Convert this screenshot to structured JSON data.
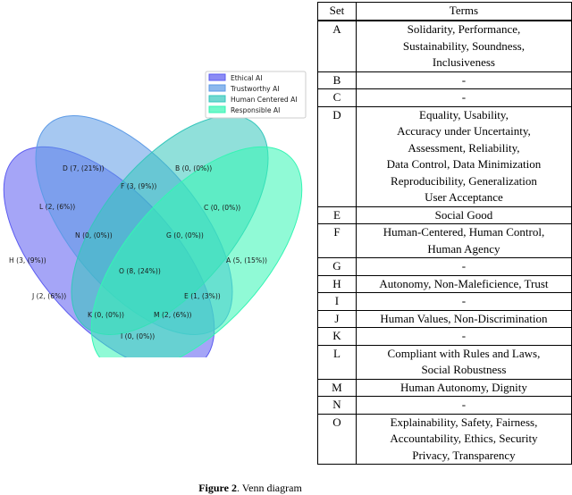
{
  "venn": {
    "legend": [
      {
        "label": "Ethical AI",
        "color": "#5b5bf0"
      },
      {
        "label": "Trustworthy AI",
        "color": "#5c9ae6"
      },
      {
        "label": "Human Centered AI",
        "color": "#35c7bc"
      },
      {
        "label": "Responsible AI",
        "color": "#34f5b4"
      }
    ],
    "regions": [
      {
        "id": "D",
        "text": "D (7, (21%))"
      },
      {
        "id": "B",
        "text": "B (0, (0%))"
      },
      {
        "id": "F",
        "text": "F (3, (9%))"
      },
      {
        "id": "L",
        "text": "L (2, (6%))"
      },
      {
        "id": "C",
        "text": "C (0, (0%))"
      },
      {
        "id": "N",
        "text": "N (0, (0%))"
      },
      {
        "id": "G",
        "text": "G (0, (0%))"
      },
      {
        "id": "H",
        "text": "H (3, (9%))"
      },
      {
        "id": "A",
        "text": "A (5, (15%))"
      },
      {
        "id": "O",
        "text": "O (8, (24%))"
      },
      {
        "id": "J",
        "text": "J (2, (6%))"
      },
      {
        "id": "E",
        "text": "E (1, (3%))"
      },
      {
        "id": "K",
        "text": "K (0, (0%))"
      },
      {
        "id": "M",
        "text": "M (2, (6%))"
      },
      {
        "id": "I",
        "text": "I (0, (0%))"
      }
    ]
  },
  "table": {
    "header_set": "Set",
    "header_terms": "Terms",
    "rows": [
      {
        "set": "A",
        "terms": "Solidarity, Performance,\nSustainability, Soundness,\nInclusiveness"
      },
      {
        "set": "B",
        "terms": "-"
      },
      {
        "set": "C",
        "terms": "-"
      },
      {
        "set": "D",
        "terms": "Equality, Usability,\nAccuracy under Uncertainty,\nAssessment, Reliability,\nData Control, Data Minimization\nReproducibility, Generalization\nUser Acceptance"
      },
      {
        "set": "E",
        "terms": "Social Good"
      },
      {
        "set": "F",
        "terms": "Human-Centered, Human Control,\nHuman Agency"
      },
      {
        "set": "G",
        "terms": "-"
      },
      {
        "set": "H",
        "terms": "Autonomy, Non-Maleficience, Trust"
      },
      {
        "set": "I",
        "terms": "-"
      },
      {
        "set": "J",
        "terms": "Human Values, Non-Discrimination"
      },
      {
        "set": "K",
        "terms": "-"
      },
      {
        "set": "L",
        "terms": "Compliant with Rules and Laws,\nSocial Robustness"
      },
      {
        "set": "M",
        "terms": "Human Autonomy, Dignity"
      },
      {
        "set": "N",
        "terms": "-"
      },
      {
        "set": "O",
        "terms": "Explainability, Safety, Fairness,\nAccountability, Ethics, Security\nPrivacy, Transparency"
      }
    ]
  },
  "caption": {
    "prefix": "Figure 2",
    "text": "Venn diagram"
  }
}
